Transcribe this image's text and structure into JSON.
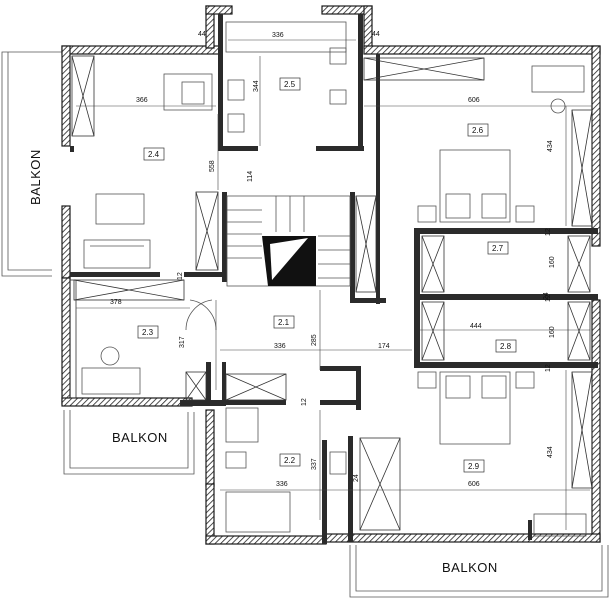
{
  "plan": {
    "balcony_labels": {
      "left": "BALKON",
      "middle": "BALKON",
      "bottom": "BALKON"
    },
    "rooms": [
      {
        "id": "r24",
        "label": "2.4"
      },
      {
        "id": "r25",
        "label": "2.5"
      },
      {
        "id": "r26",
        "label": "2.6"
      },
      {
        "id": "r27",
        "label": "2.7"
      },
      {
        "id": "r28",
        "label": "2.8"
      },
      {
        "id": "r21",
        "label": "2.1"
      },
      {
        "id": "r23",
        "label": "2.3"
      },
      {
        "id": "r22",
        "label": "2.2"
      },
      {
        "id": "r29",
        "label": "2.9"
      }
    ],
    "dimensions": {
      "d44a": "44",
      "d336top": "336",
      "d44b": "44",
      "d366": "366",
      "d344": "344",
      "d606top": "606",
      "d558": "558",
      "d114": "114",
      "d434top": "434",
      "d12a": "12",
      "d160a": "160",
      "d12b": "12",
      "d378": "378",
      "d12c": "12",
      "d24a": "24",
      "d444": "444",
      "d160b": "160",
      "d317": "317",
      "d336mid": "336",
      "d285": "285",
      "d174": "174",
      "d12d": "12",
      "d12e": "12",
      "d337": "337",
      "d336bot": "336",
      "d24b": "24",
      "d606bot": "606",
      "d434bot": "434"
    }
  }
}
